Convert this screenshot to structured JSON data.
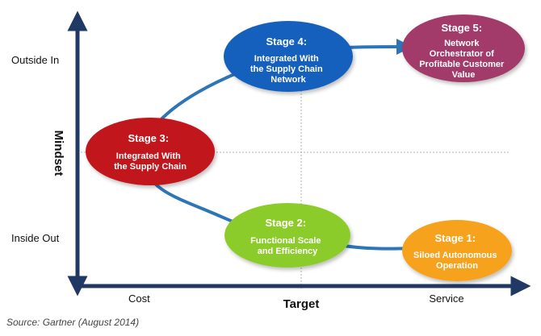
{
  "axes": {
    "y_title": "Mindset",
    "x_title": "Target",
    "y_top_label": "Outside In",
    "y_bottom_label": "Inside Out",
    "x_left_label": "Cost",
    "x_right_label": "Service"
  },
  "colors": {
    "axis": "#1f3864",
    "connector": "#2e75b6",
    "gridline": "#b0b0b0"
  },
  "stages": [
    {
      "id": "stage-1",
      "title": "Stage 1:",
      "desc": [
        "Siloed Autonomous",
        "Operation"
      ],
      "color": "#f7a21b",
      "text_color": "#ffffff"
    },
    {
      "id": "stage-2",
      "title": "Stage 2:",
      "desc": [
        "Functional Scale",
        "and Efficiency"
      ],
      "color": "#8ccc2a",
      "text_color": "#ffffff"
    },
    {
      "id": "stage-3",
      "title": "Stage 3:",
      "desc": [
        "Integrated  With",
        "the Supply Chain"
      ],
      "color": "#c0141c",
      "text_color": "#ffffff"
    },
    {
      "id": "stage-4",
      "title": "Stage 4:",
      "desc": [
        "Integrated With",
        "the Supply Chain",
        "Network"
      ],
      "color": "#1560bd",
      "text_color": "#ffffff"
    },
    {
      "id": "stage-5",
      "title": "Stage 5:",
      "desc": [
        "Network",
        "Orchestrator of",
        "Profitable Customer",
        "Value"
      ],
      "color": "#a33b6a",
      "text_color": "#ffffff"
    }
  ],
  "source": "Source: Gartner (August 2014)"
}
